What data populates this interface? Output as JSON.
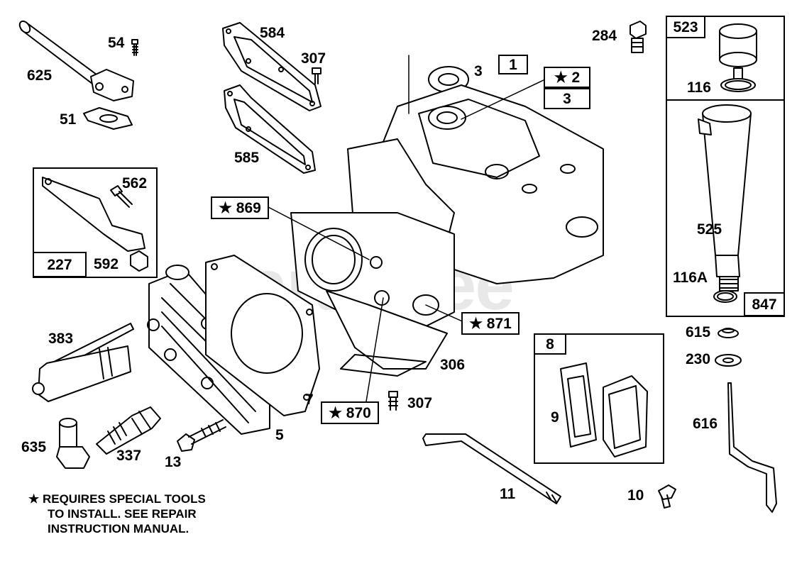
{
  "watermark": "PartsTree",
  "callouts": {
    "c625": "625",
    "c54": "54",
    "c51": "51",
    "c584": "584",
    "c307a": "307",
    "c585": "585",
    "c284": "284",
    "c3a": "3",
    "c3b": "3",
    "c116": "116",
    "c525": "525",
    "c116A": "116A",
    "c562": "562",
    "c592": "592",
    "c383": "383",
    "c635": "635",
    "c337": "337",
    "c13": "13",
    "c5": "5",
    "c7": "7",
    "c306": "306",
    "c307b": "307",
    "c9": "9",
    "c11": "11",
    "c10": "10",
    "c615": "615",
    "c230": "230",
    "c616": "616"
  },
  "boxes": {
    "b1": "1",
    "b2": "★ 2",
    "b523": "523",
    "b847": "847",
    "b227": "227",
    "b869": "★ 869",
    "b871": "★ 871",
    "b870": "★ 870",
    "b8": "8"
  },
  "footnote": {
    "line1": "★ REQUIRES SPECIAL TOOLS",
    "line2": "TO INSTALL.  SEE REPAIR",
    "line3": "INSTRUCTION MANUAL."
  }
}
